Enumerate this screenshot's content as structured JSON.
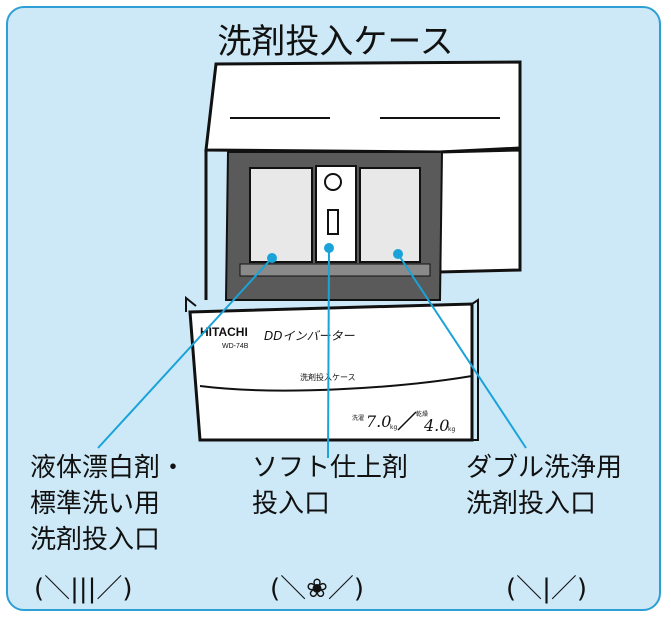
{
  "title": "洗剤投入ケース",
  "panel": {
    "brand": "HITACHI",
    "model": "WD-74B",
    "dd_label": "DDインバーター",
    "case_label": "洗剤投入ケース",
    "wash_cap_label": "洗濯",
    "wash_cap_value": "7.0",
    "wash_cap_unit": "kg",
    "dry_cap_label": "乾燥",
    "dry_cap_value": "4.0",
    "dry_cap_unit": "kg"
  },
  "callouts": [
    {
      "lines": [
        "液体漂白剤・",
        "標準洗い用",
        "洗剤投入口"
      ],
      "symbol": "(＼|||／)"
    },
    {
      "lines": [
        "ソフト仕上剤",
        "投入口"
      ],
      "symbol": "(＼❀／)"
    },
    {
      "lines": [
        "ダブル洗浄用",
        "洗剤投入口"
      ],
      "symbol": "(＼|／)"
    }
  ],
  "colors": {
    "background": "#cde9f7",
    "border": "#2c9fd4",
    "leader_line": "#1aa3d9"
  }
}
